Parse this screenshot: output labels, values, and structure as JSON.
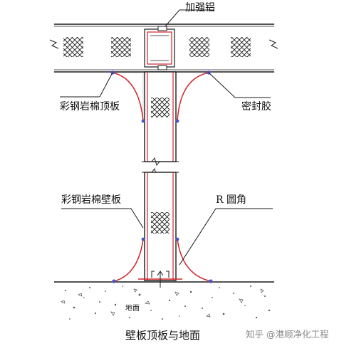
{
  "labels": {
    "reinforcing_aluminum": "加强铝",
    "ceiling_panel": "彩钢岩棉顶板",
    "sealant": "密封胶",
    "wall_panel": "彩钢岩棉壁板",
    "round_corner": "R  圆角",
    "ground": "地面"
  },
  "caption": "壁板顶板与地面",
  "watermark": "知乎 @港顺净化工程",
  "colors": {
    "line": "#1a1a1a",
    "profile": "#d2232a",
    "sealant_dot": "#4b55c8",
    "concrete_speck": "#555555"
  }
}
